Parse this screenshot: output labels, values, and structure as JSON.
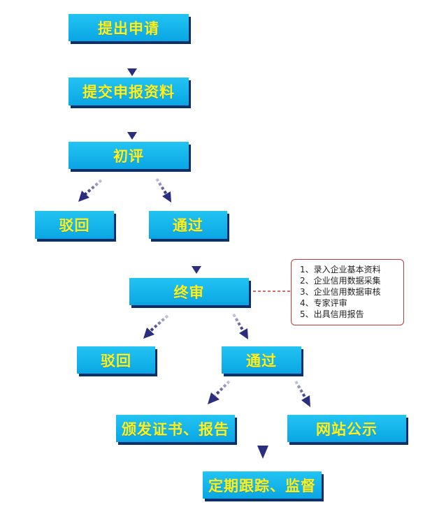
{
  "nodes": {
    "submit_application": "提出申请",
    "submit_materials": "提交申报资料",
    "preliminary_review": "初评",
    "reject_1": "驳回",
    "pass_1": "通过",
    "final_review": "终审",
    "reject_2": "驳回",
    "pass_2": "通过",
    "issue_certificate": "颁发证书、报告",
    "website_publicity": "网站公示",
    "regular_tracking": "定期跟踪、监督"
  },
  "final_review_steps": [
    "1、录入企业基本资料",
    "2、企业信用数据采集",
    "3、企业信用数据审核",
    "4、专家评审",
    "5、出具信用报告"
  ],
  "colors": {
    "box_fill": "#0aa6e4",
    "box_text": "#ffef1a",
    "box_shadow": "#0b2f6b",
    "arrow": "#2b2d7d",
    "note_border": "#c03a3a"
  }
}
